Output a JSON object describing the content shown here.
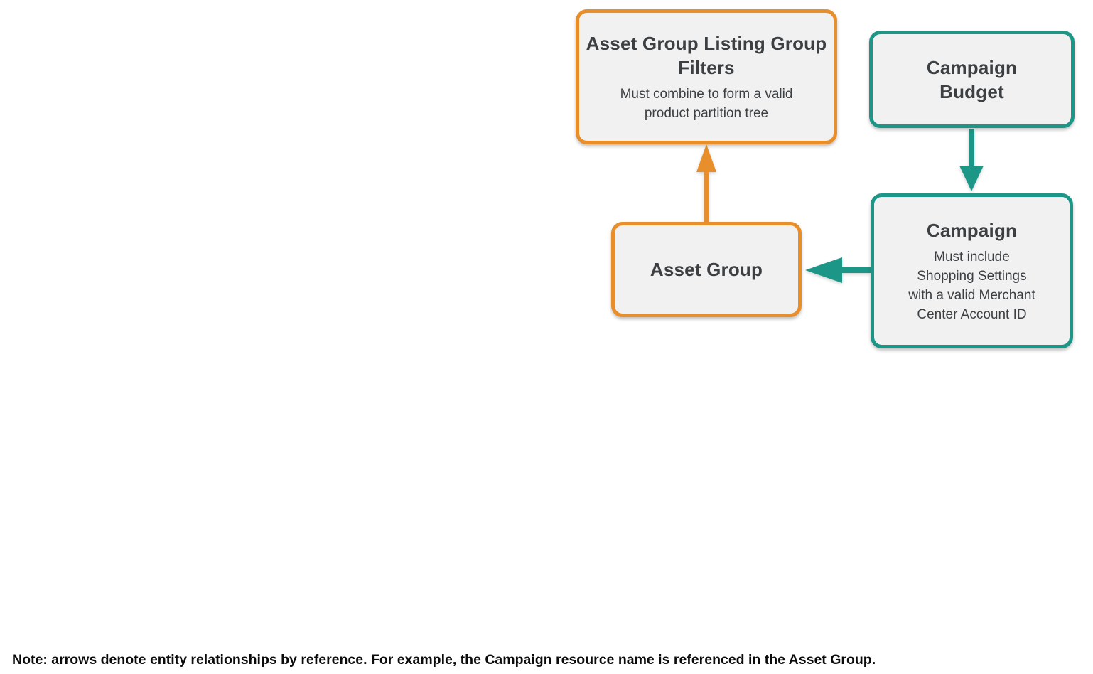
{
  "palette": {
    "orange": "#E88E2A",
    "teal": "#1B9687",
    "node_fill": "#F1F1F2",
    "title_color": "#3C4043",
    "note_color": "#0B0B0B",
    "background": "#FFFFFF"
  },
  "diagram": {
    "nodes": {
      "filters": {
        "title": "Asset Group Listing Group Filters",
        "subtitle": "Must combine to form a valid product partition tree",
        "accent": "orange"
      },
      "campaign_budget": {
        "title": "Campaign Budget",
        "accent": "teal"
      },
      "asset_group": {
        "title": "Asset Group",
        "accent": "orange"
      },
      "campaign": {
        "title": "Campaign",
        "subtitle": "Must include Shopping Settings with a valid Merchant Center Account ID",
        "accent": "teal"
      }
    },
    "edges": [
      {
        "from": "Asset Group",
        "to": "Asset Group Listing Group Filters",
        "accent": "orange"
      },
      {
        "from": "Campaign Budget",
        "to": "Campaign",
        "accent": "teal"
      },
      {
        "from": "Campaign",
        "to": "Asset Group",
        "accent": "teal"
      }
    ]
  },
  "note": "Note: arrows denote entity relationships by reference. For example, the Campaign resource name is referenced in the Asset Group."
}
